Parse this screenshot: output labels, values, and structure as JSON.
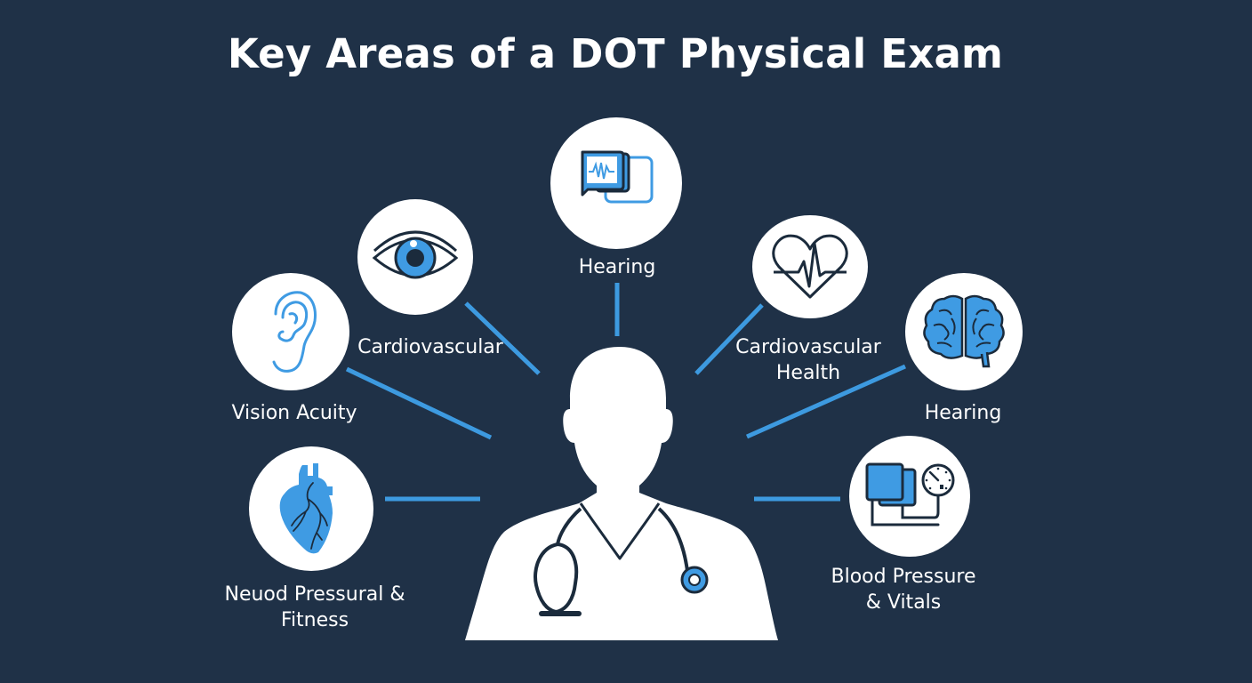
{
  "title": "Key Areas of a DOT Physical Exam",
  "colors": {
    "background": "#1f3147",
    "accent": "#3d9ae0",
    "icon_fill": "#3f9be3",
    "icon_stroke": "#1b2b3c",
    "circle": "#ffffff",
    "text": "#ffffff"
  },
  "center": {
    "icon": "doctor-with-stethoscope-icon"
  },
  "areas": [
    {
      "id": "monitor",
      "icon": "ecg-monitor-icon",
      "label_line1": "Hearing",
      "label_line2": ""
    },
    {
      "id": "eye",
      "icon": "eye-icon",
      "label_line1": "Cardiovascular",
      "label_line2": ""
    },
    {
      "id": "ear",
      "icon": "ear-icon",
      "label_line1": "Vision Acuity",
      "label_line2": ""
    },
    {
      "id": "heart-anatomical",
      "icon": "anatomical-heart-icon",
      "label_line1": "Neuod Pressural &",
      "label_line2": "Fitness"
    },
    {
      "id": "heart-pulse",
      "icon": "heart-pulse-icon",
      "label_line1": "Cardiovascular",
      "label_line2": "Health"
    },
    {
      "id": "brain",
      "icon": "brain-icon",
      "label_line1": "Hearing",
      "label_line2": ""
    },
    {
      "id": "bp-cuff",
      "icon": "blood-pressure-cuff-icon",
      "label_line1": "Blood Pressure",
      "label_line2": "& Vitals"
    }
  ]
}
